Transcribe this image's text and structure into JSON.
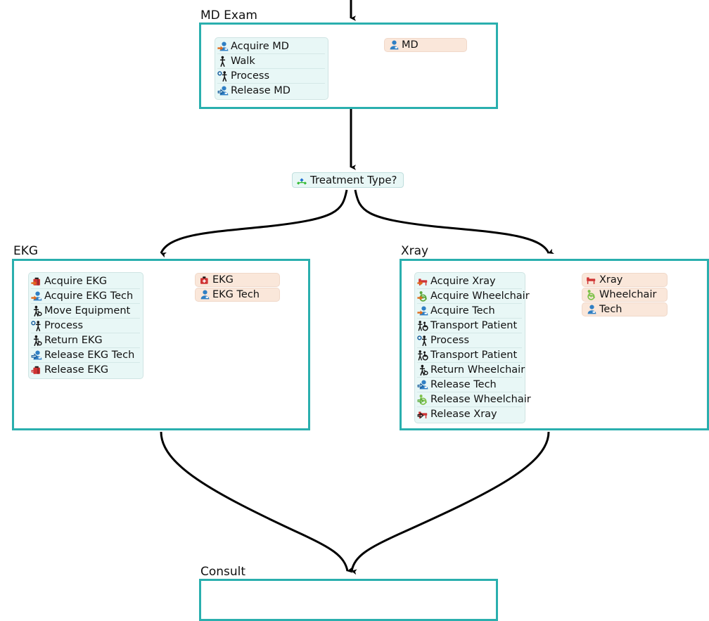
{
  "diagram": {
    "type": "process-flow",
    "title_hidden": true,
    "colors": {
      "lane_border": "#2aafae",
      "activity_bg": "#e8f7f6",
      "resource_bg": "#fae7da",
      "decision_bg": "#e8f7f6",
      "edge": "#000000",
      "text": "#111111"
    }
  },
  "lanes": [
    {
      "id": "md-exam",
      "title": "MD Exam",
      "activities": [
        {
          "label": "Acquire MD",
          "icon": "acquire-resource-icon"
        },
        {
          "label": "Walk",
          "icon": "walk-icon"
        },
        {
          "label": "Process",
          "icon": "process-icon"
        },
        {
          "label": "Release MD",
          "icon": "release-resource-icon"
        }
      ],
      "resources": [
        {
          "label": "MD",
          "icon": "person-resource-icon"
        }
      ]
    },
    {
      "id": "ekg",
      "title": "EKG",
      "activities": [
        {
          "label": "Acquire EKG",
          "icon": "acquire-equipment-icon"
        },
        {
          "label": "Acquire EKG Tech",
          "icon": "acquire-resource-icon"
        },
        {
          "label": "Move Equipment",
          "icon": "move-equipment-icon"
        },
        {
          "label": "Process",
          "icon": "process-icon"
        },
        {
          "label": "Return EKG",
          "icon": "move-equipment-icon"
        },
        {
          "label": "Release EKG Tech",
          "icon": "release-resource-icon"
        },
        {
          "label": "Release EKG",
          "icon": "release-equipment-icon"
        }
      ],
      "resources": [
        {
          "label": "EKG",
          "icon": "medical-bag-icon"
        },
        {
          "label": "EKG Tech",
          "icon": "person-resource-icon"
        }
      ]
    },
    {
      "id": "xray",
      "title": "Xray",
      "activities": [
        {
          "label": "Acquire Xray",
          "icon": "acquire-bed-icon"
        },
        {
          "label": "Acquire Wheelchair",
          "icon": "acquire-wheelchair-icon"
        },
        {
          "label": "Acquire Tech",
          "icon": "acquire-resource-icon"
        },
        {
          "label": "Transport Patient",
          "icon": "transport-patient-icon"
        },
        {
          "label": "Process",
          "icon": "process-icon"
        },
        {
          "label": "Transport Patient",
          "icon": "transport-patient-icon"
        },
        {
          "label": "Return Wheelchair",
          "icon": "move-equipment-icon"
        },
        {
          "label": "Release Tech",
          "icon": "release-resource-icon"
        },
        {
          "label": "Release Wheelchair",
          "icon": "release-wheelchair-icon"
        },
        {
          "label": "Release Xray",
          "icon": "release-bed-icon"
        }
      ],
      "resources": [
        {
          "label": "Xray",
          "icon": "bed-icon"
        },
        {
          "label": "Wheelchair",
          "icon": "wheelchair-icon"
        },
        {
          "label": "Tech",
          "icon": "person-resource-icon"
        }
      ]
    },
    {
      "id": "consult",
      "title": "Consult",
      "activities": [],
      "resources": []
    }
  ],
  "decisions": [
    {
      "id": "treatment-type",
      "label": "Treatment Type?",
      "icon": "branch-icon"
    }
  ],
  "edges": [
    {
      "from": "entry",
      "to": "md-exam"
    },
    {
      "from": "md-exam",
      "to": "treatment-type"
    },
    {
      "from": "treatment-type",
      "to": "ekg"
    },
    {
      "from": "treatment-type",
      "to": "xray"
    },
    {
      "from": "ekg",
      "to": "consult"
    },
    {
      "from": "xray",
      "to": "consult"
    }
  ]
}
